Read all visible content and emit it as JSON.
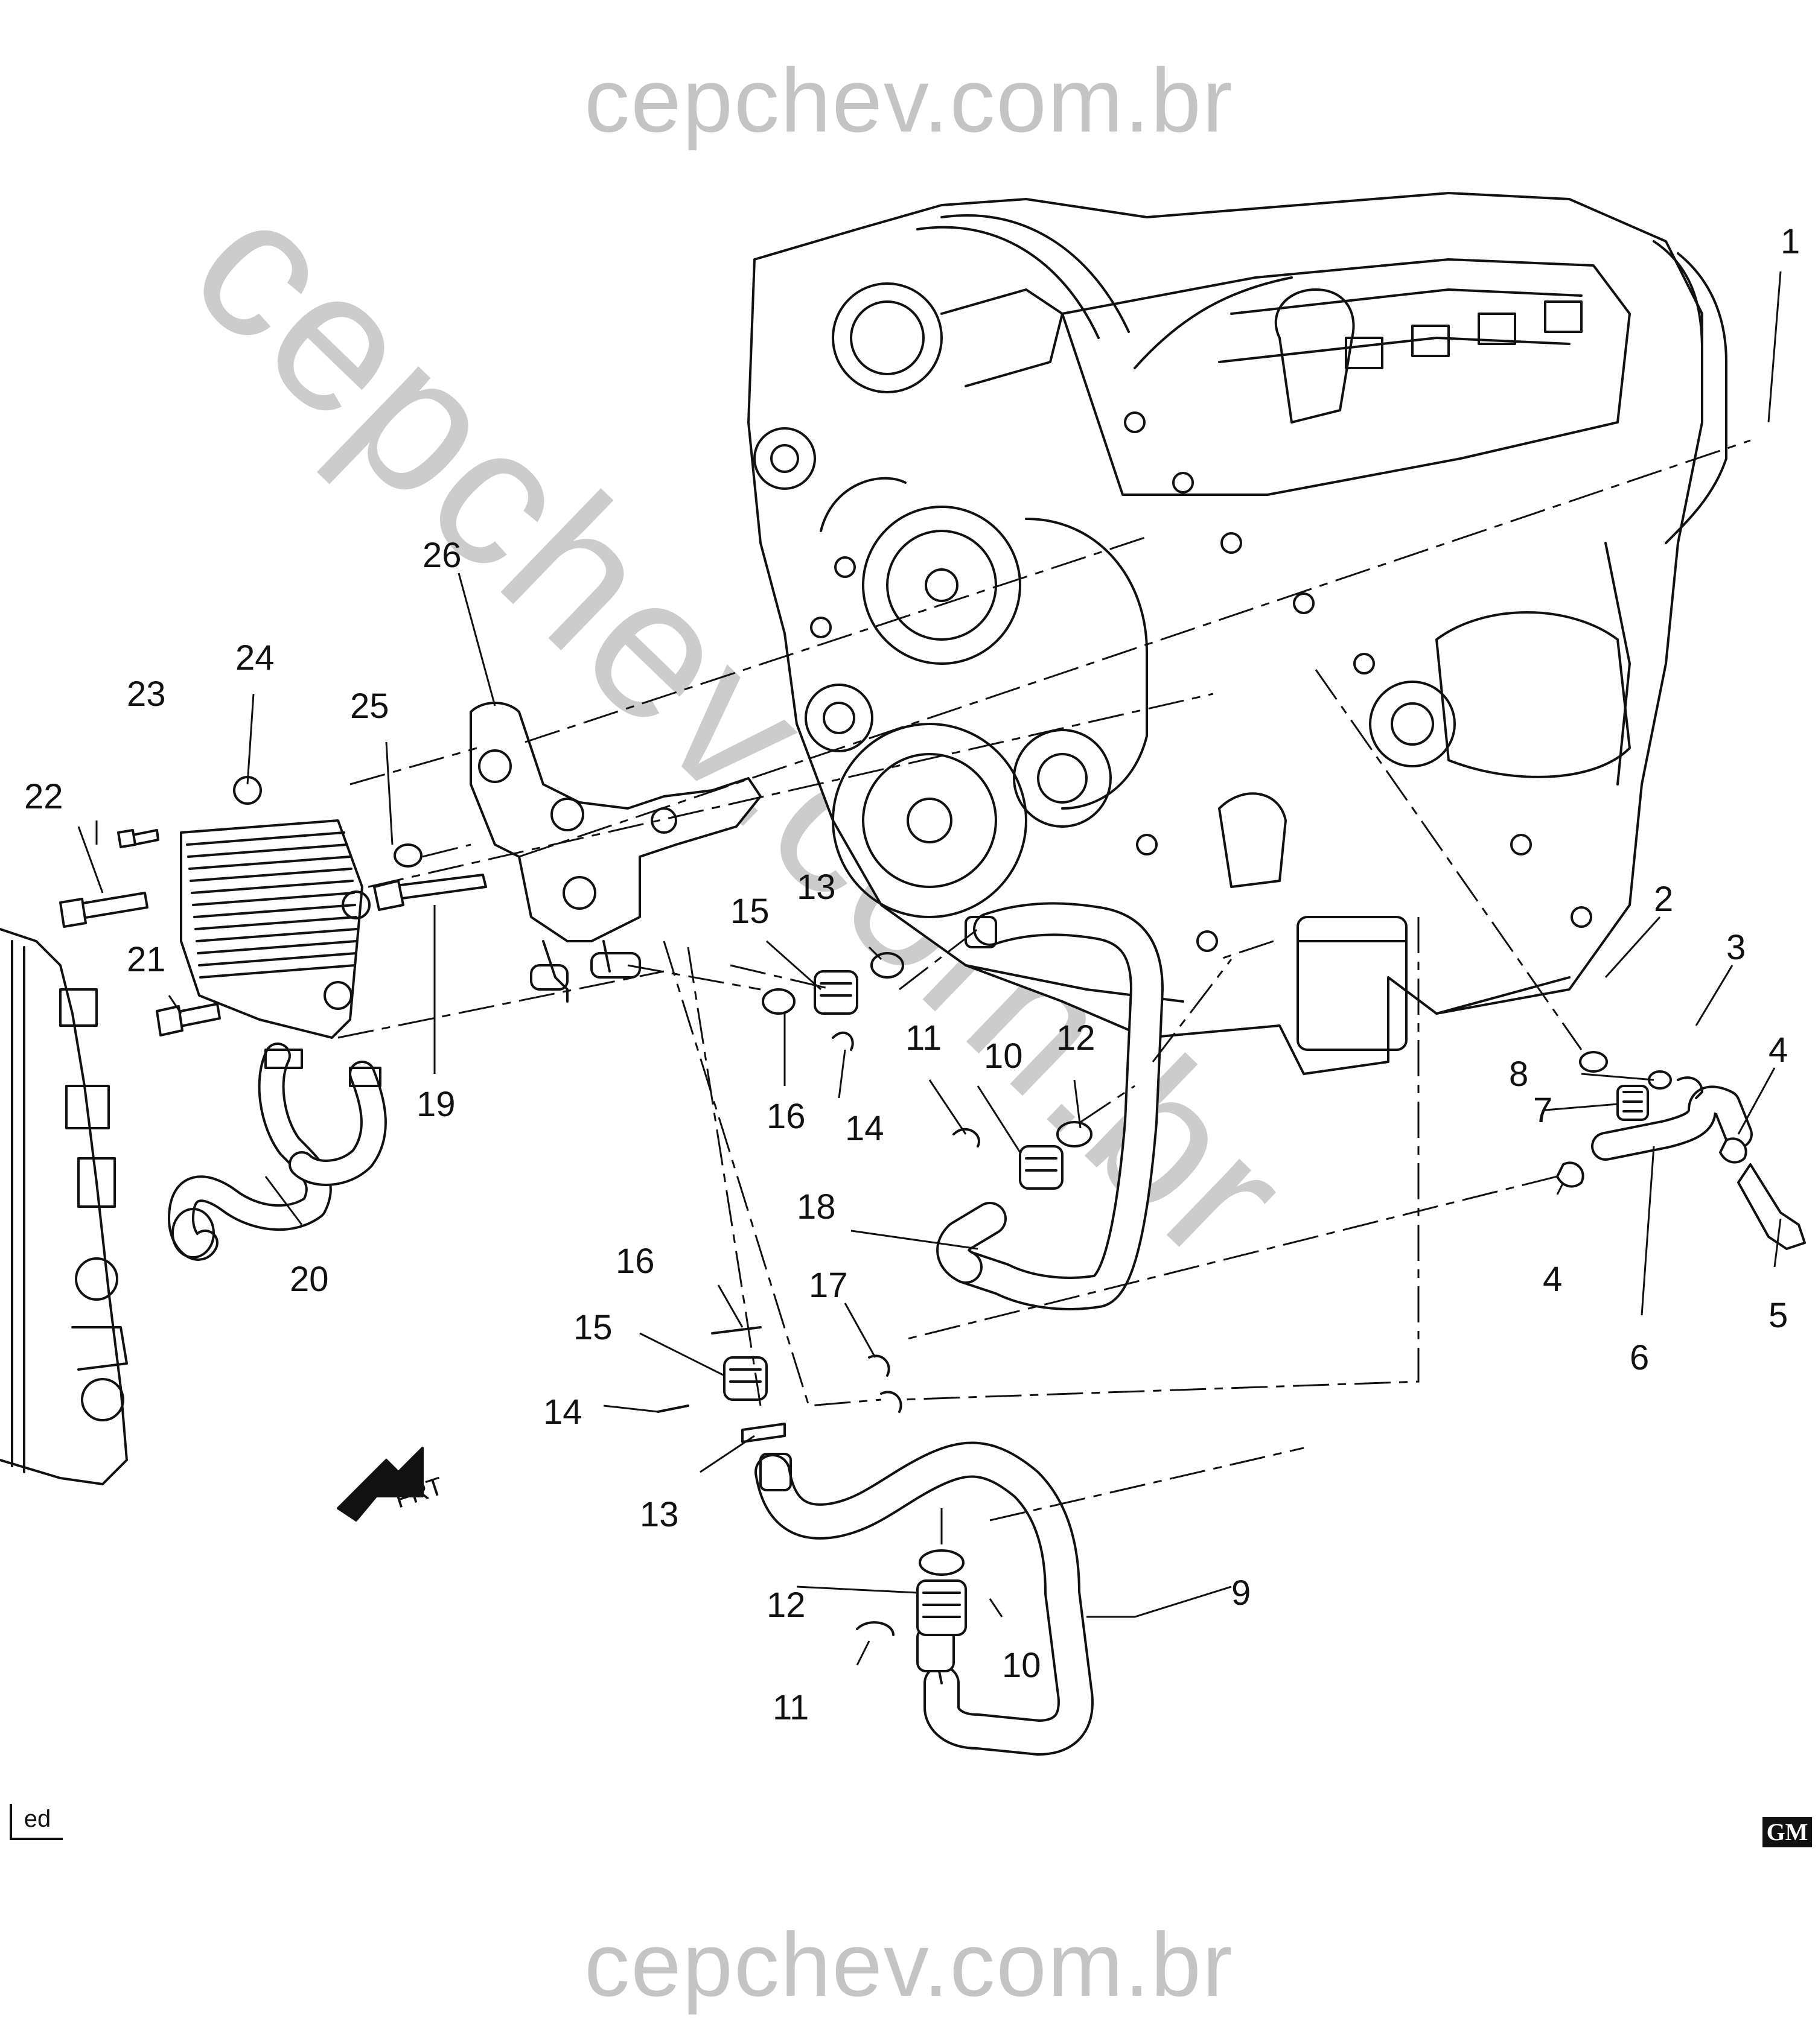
{
  "watermark": {
    "top": "cepchev.com.br",
    "bottom": "cepchev.com.br",
    "diagonal": "cepchev.com.br"
  },
  "corner_left": "ed",
  "corner_right": "GM",
  "frt_label": "FRT",
  "callouts": {
    "c1": "1",
    "c2": "2",
    "c3": "3",
    "c4a": "4",
    "c4b": "4",
    "c5": "5",
    "c6": "6",
    "c7": "7",
    "c8": "8",
    "c9": "9",
    "c10a": "10",
    "c10b": "10",
    "c11a": "11",
    "c11b": "11",
    "c12a": "12",
    "c12b": "12",
    "c13a": "13",
    "c13b": "13",
    "c14a": "14",
    "c14b": "14",
    "c15a": "15",
    "c15b": "15",
    "c16a": "16",
    "c16b": "16",
    "c17": "17",
    "c18": "18",
    "c19": "19",
    "c20": "20",
    "c21": "21",
    "c22": "22",
    "c23": "23",
    "c24": "24",
    "c25": "25",
    "c26": "26"
  }
}
